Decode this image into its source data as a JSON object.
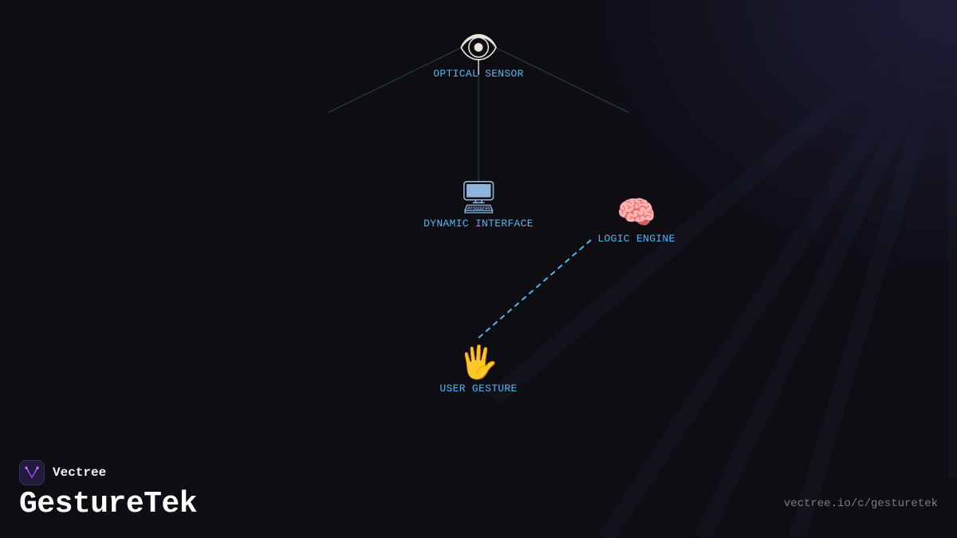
{
  "diagram": {
    "nodes": [
      {
        "id": "optical",
        "label": "OPTICAL SENSOR",
        "icon": "eye-icon",
        "glyph": "👁"
      },
      {
        "id": "interface",
        "label": "DYNAMIC INTERFACE",
        "icon": "monitor-icon",
        "glyph": "🖥"
      },
      {
        "id": "logic",
        "label": "LOGIC ENGINE",
        "icon": "brain-icon",
        "glyph": "🧠"
      },
      {
        "id": "gesture",
        "label": "USER GESTURE",
        "icon": "hand-icon",
        "glyph": "🖐"
      }
    ],
    "edges": [
      {
        "from": "optical",
        "to": "interface",
        "style": "solid"
      },
      {
        "from": "logic",
        "to": "gesture",
        "style": "dashed"
      }
    ]
  },
  "brand": {
    "name": "Vectree",
    "logo_icon": "vectree-logo-icon"
  },
  "page": {
    "title": "GestureTek",
    "url": "vectree.io/c/gesturetek"
  },
  "colors": {
    "background": "#0e0d12",
    "accent": "#4fb6f0",
    "connector": "#1f4a5c",
    "logo_bg": "#231a3d",
    "logo_mark": "#b15cf0"
  }
}
